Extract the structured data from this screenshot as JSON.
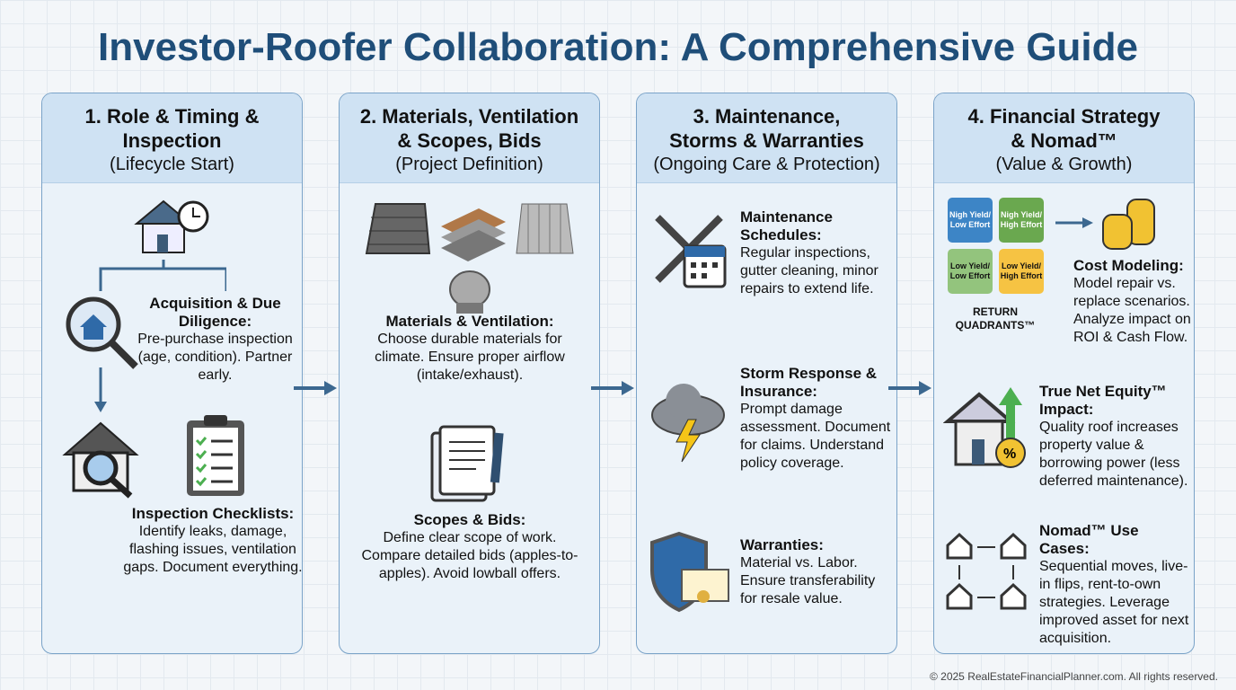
{
  "title": "Investor-Roofer Collaboration: A Comprehensive Guide",
  "panels": [
    {
      "heading": "1. Role & Timing & Inspection",
      "subtitle": "(Lifecycle Start)",
      "items": [
        {
          "title": "Acquisition & Due Diligence:",
          "text": "Pre-purchase inspection (age, condition). Partner early."
        },
        {
          "title": "Inspection Checklists:",
          "text": "Identify leaks, damage, flashing issues, ventilation gaps. Document everything."
        }
      ]
    },
    {
      "heading": "2. Materials, Ventilation & Scopes, Bids",
      "subtitle": "(Project Definition)",
      "items": [
        {
          "title": "Materials & Ventilation:",
          "text": "Choose durable materials for climate. Ensure proper airflow (intake/exhaust)."
        },
        {
          "title": "Scopes & Bids:",
          "text": "Define clear scope of work. Compare detailed bids (apples-to-apples). Avoid lowball offers."
        }
      ]
    },
    {
      "heading": "3. Maintenance, Storms & Warranties",
      "subtitle": "(Ongoing Care & Protection)",
      "items": [
        {
          "title": "Maintenance Schedules:",
          "text": "Regular inspections, gutter cleaning, minor repairs to extend life."
        },
        {
          "title": "Storm Response & Insurance:",
          "text": "Prompt damage assessment. Document for claims. Understand policy coverage."
        },
        {
          "title": "Warranties:",
          "text": "Material vs. Labor. Ensure transferability for resale value."
        }
      ]
    },
    {
      "heading": "4. Financial Strategy & Nomad™",
      "subtitle": "(Value & Growth)",
      "quadrants": [
        "Nigh Yield/ Low Effort",
        "Nigh Yield/ High Effort",
        "Low Yield/ Low Effort",
        "Low Yield/ High Effort"
      ],
      "quadrant_label": "RETURN QUADRANTS™",
      "items": [
        {
          "title": "Cost Modeling:",
          "text": "Model repair vs. replace scenarios. Analyze impact on ROI & Cash Flow."
        },
        {
          "title": "True Net Equity™ Impact:",
          "text": "Quality roof increases property value & borrowing power (less deferred maintenance)."
        },
        {
          "title": "Nomad™ Use Cases:",
          "text": "Sequential moves, live-in flips, rent-to-own strategies. Leverage improved asset for next acquisition."
        }
      ]
    }
  ],
  "footer": "© 2025 RealEstateFinancialPlanner.com. All rights reserved."
}
